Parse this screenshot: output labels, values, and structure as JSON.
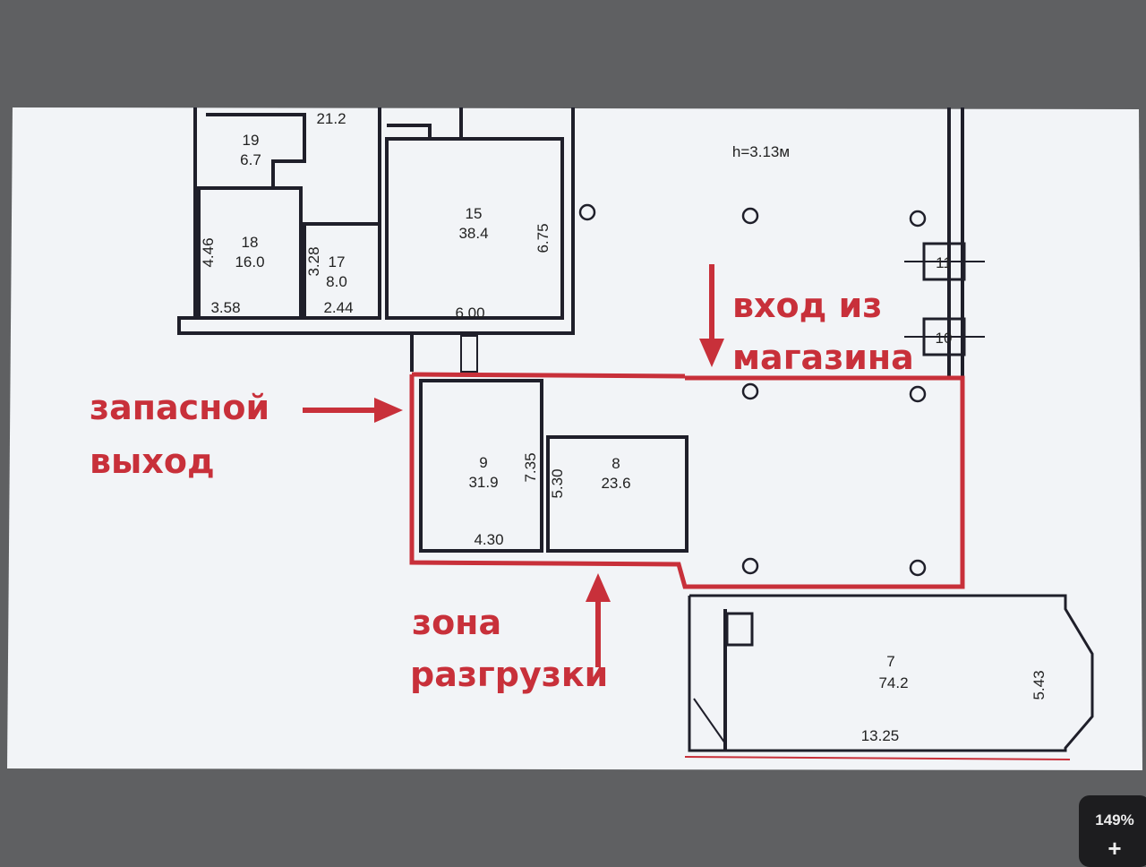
{
  "plan": {
    "ceiling_height": "h=3.13м",
    "rooms": [
      {
        "number": "19",
        "area": "6.7"
      },
      {
        "number": "",
        "area": "21.2"
      },
      {
        "number": "18",
        "area": "16.0"
      },
      {
        "number": "17",
        "area": "8.0"
      },
      {
        "number": "15",
        "area": "38.4"
      },
      {
        "number": "9",
        "area": "31.9"
      },
      {
        "number": "8",
        "area": "23.6"
      },
      {
        "number": "7",
        "area": "74.2"
      },
      {
        "number": "11",
        "area": ""
      },
      {
        "number": "10",
        "area": ""
      }
    ],
    "dimensions": [
      "4.46",
      "3.58",
      "3.28",
      "2.44",
      "6.75",
      "6.00",
      "7.35",
      "4.30",
      "5.30",
      "5.43",
      "13.25"
    ]
  },
  "annotations": {
    "entrance_line1": "вход из",
    "entrance_line2": "магазина",
    "emergency_line1": "запасной",
    "emergency_line2": "выход",
    "unloading_line1": "зона",
    "unloading_line2": "разгрузки"
  },
  "colors": {
    "accent": "#c8303a",
    "wall": "#1f1f2a",
    "paper": "#f4f6f8"
  },
  "viewer": {
    "zoom_level": "149%",
    "zoom_in_label": "+"
  }
}
